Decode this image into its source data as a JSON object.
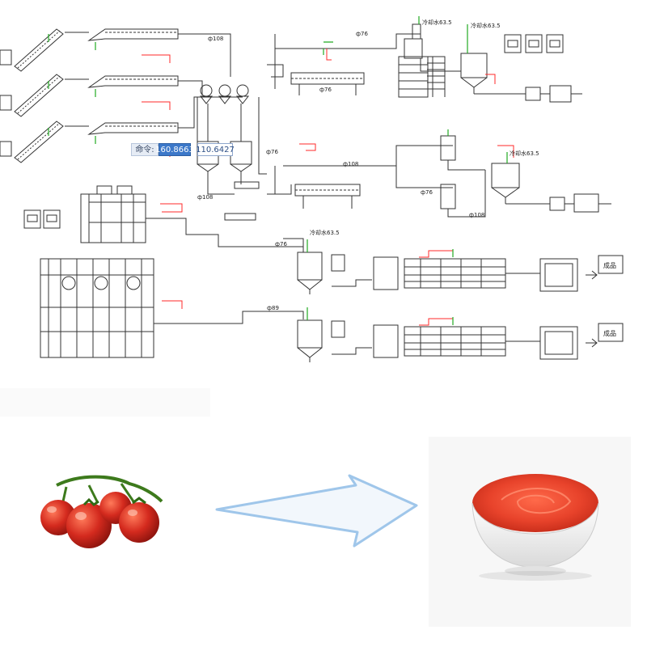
{
  "diagram": {
    "coordinate_prompt": {
      "label": "命令:",
      "x_value": "160.8663",
      "y_value": "110.6427"
    },
    "pipe_labels": [
      "ф108",
      "ф76",
      "ф76",
      "ф108",
      "ф108",
      "ф108",
      "ф76",
      "ф89",
      "ф76",
      "ф76"
    ],
    "product_labels": [
      "成品",
      "成品"
    ],
    "heat_labels": [
      "冷却水63.5",
      "冷却水63.5",
      "冷却水63.5",
      "冷却水63.5"
    ]
  },
  "colors": {
    "line": "#333333",
    "signal": "#ff2a2a",
    "steam": "#22aa22",
    "arrow_fill": "#f2f7fc",
    "arrow_stroke": "#9fc6ea",
    "sauce": "#e8432b",
    "tomato": "#d42a1e"
  },
  "icons": [
    "tomato-image",
    "right-arrow-icon",
    "tomato-sauce-bowl-image"
  ]
}
